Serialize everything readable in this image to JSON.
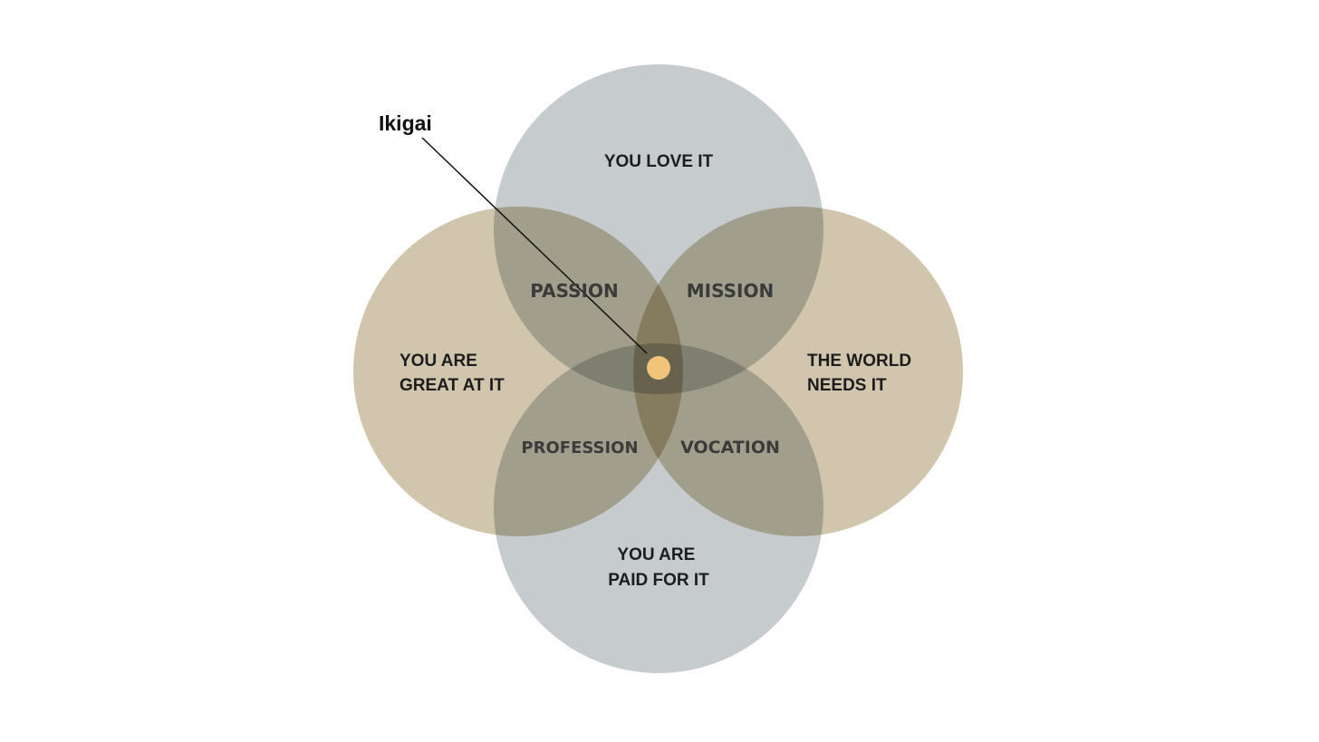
{
  "colors": {
    "love_and_paid": "#c6cbce",
    "great_and_needs": "#d1c6ad",
    "center": "#f0c57a",
    "callout_line": "#111111"
  },
  "circles": {
    "love": {
      "label": [
        "YOU LOVE IT"
      ]
    },
    "great": {
      "label": [
        "YOU ARE",
        "GREAT AT IT"
      ]
    },
    "needs": {
      "label": [
        "THE WORLD",
        "NEEDS IT"
      ]
    },
    "paid": {
      "label": [
        "YOU ARE",
        "PAID FOR IT"
      ]
    }
  },
  "overlaps": {
    "passion": "PASSION",
    "mission": "MISSION",
    "profession": "PROFESSION",
    "vocation": "VOCATION"
  },
  "center": {
    "label": "Ikigai"
  }
}
